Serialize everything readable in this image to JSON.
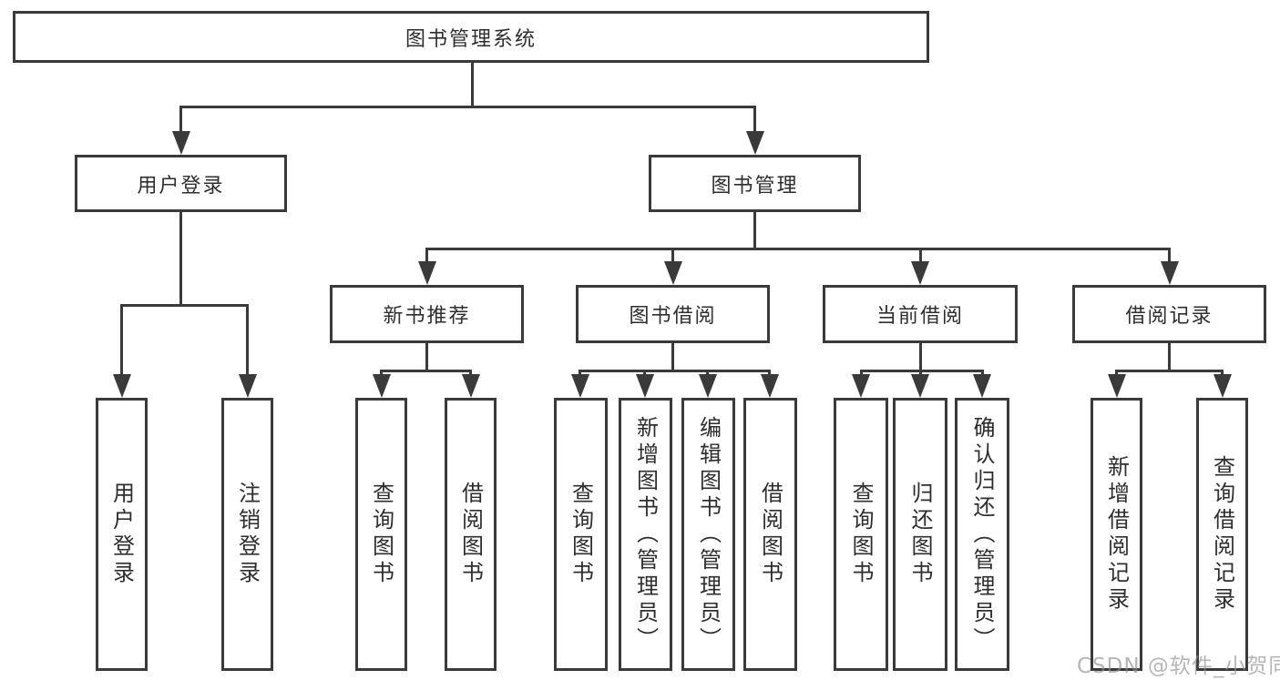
{
  "diagram": {
    "title": "图书管理系统",
    "watermark": "CSDN @软件_小贺同学"
  },
  "colors": {
    "line": "#3a3a3a",
    "text": "#2e2e2e",
    "watermark": "rgba(145,142,145,0.65)"
  },
  "nodes": {
    "root": {
      "label": "图书管理系统"
    },
    "user_login": {
      "label": "用户登录"
    },
    "book_mgmt": {
      "label": "图书管理"
    },
    "new_books": {
      "label": "新书推荐"
    },
    "book_borrow": {
      "label": "图书借阅"
    },
    "current_borrow": {
      "label": "当前借阅"
    },
    "borrow_records": {
      "label": "借阅记录"
    },
    "leaf_user_login": {
      "label": "用户登录"
    },
    "leaf_logout": {
      "label": "注销登录"
    },
    "leaf_nb_query": {
      "label": "查询图书"
    },
    "leaf_nb_borrow": {
      "label": "借阅图书"
    },
    "leaf_bb_query": {
      "label": "查询图书"
    },
    "leaf_bb_add": {
      "label": "新增图书（管理员）"
    },
    "leaf_bb_edit": {
      "label": "编辑图书（管理员）"
    },
    "leaf_bb_borrow": {
      "label": "借阅图书"
    },
    "leaf_cb_query": {
      "label": "查询图书"
    },
    "leaf_cb_return": {
      "label": "归还图书"
    },
    "leaf_cb_confirm": {
      "label": "确认归还（管理员）"
    },
    "leaf_br_add": {
      "label": "新增借阅记录"
    },
    "leaf_br_query": {
      "label": "查询借阅记录"
    }
  },
  "tree": {
    "label": "图书管理系统",
    "children": [
      {
        "label": "用户登录",
        "children": [
          {
            "label": "用户登录"
          },
          {
            "label": "注销登录"
          }
        ]
      },
      {
        "label": "图书管理",
        "children": [
          {
            "label": "新书推荐",
            "children": [
              {
                "label": "查询图书"
              },
              {
                "label": "借阅图书"
              }
            ]
          },
          {
            "label": "图书借阅",
            "children": [
              {
                "label": "查询图书"
              },
              {
                "label": "新增图书（管理员）"
              },
              {
                "label": "编辑图书（管理员）"
              },
              {
                "label": "借阅图书"
              }
            ]
          },
          {
            "label": "当前借阅",
            "children": [
              {
                "label": "查询图书"
              },
              {
                "label": "归还图书"
              },
              {
                "label": "确认归还（管理员）"
              }
            ]
          },
          {
            "label": "借阅记录",
            "children": [
              {
                "label": "新增借阅记录"
              },
              {
                "label": "查询借阅记录"
              }
            ]
          }
        ]
      }
    ]
  }
}
